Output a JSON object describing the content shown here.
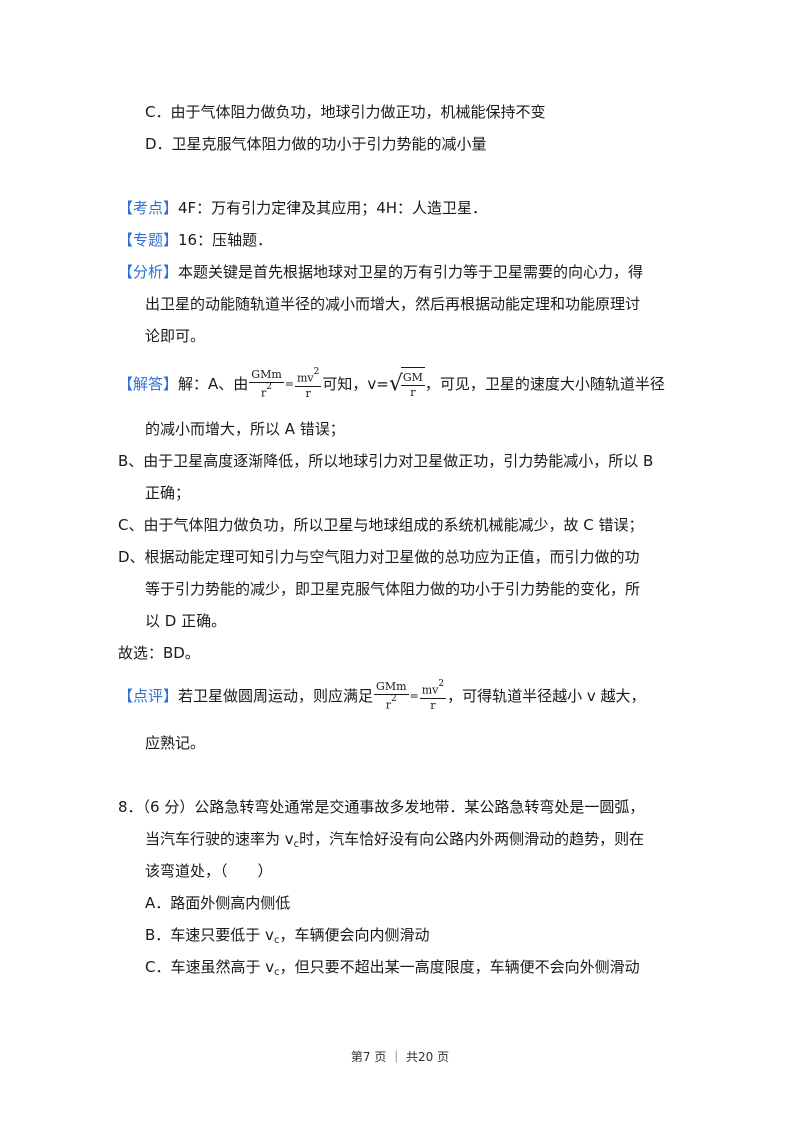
{
  "prev_options": {
    "C": "C．由于气体阻力做负功，地球引力做正功，机械能保持不变",
    "D": "D．卫星克服气体阻力做的功小于引力势能的减小量"
  },
  "analysis": {
    "kaodian_tag": "【考点】",
    "kaodian_text": "4F：万有引力定律及其应用；4H：人造卫星．",
    "zhuanti_tag": "【专题】",
    "zhuanti_text": "16：压轴题．",
    "fenxi_tag": "【分析】",
    "fenxi_line1": "本题关键是首先根据地球对卫星的万有引力等于卫星需要的向心力，得",
    "fenxi_line2": "出卫星的动能随轨道半径的减小而增大，然后再根据动能定理和功能原理讨",
    "fenxi_line3": "论即可。",
    "jieda_tag": "【解答】",
    "jieda_pre": "解：A、由",
    "frac1_num": "GMm",
    "frac1_den": "r",
    "frac1_den_exp": "2",
    "equals": "=",
    "frac2_num": "mv",
    "frac2_num_exp": "2",
    "frac2_den": "r",
    "jieda_mid": "可知，v=",
    "sqrt_num": "GM",
    "sqrt_den": "r",
    "jieda_post": "，可见，卫星的速度大小随轨道半径",
    "jieda_line2": "的减小而增大，所以 A 错误；",
    "b_line1": "B、由于卫星高度逐渐降低，所以地球引力对卫星做正功，引力势能减小，所以 B",
    "b_line2": "正确；",
    "c_line": "C、由于气体阻力做负功，所以卫星与地球组成的系统机械能减少，故 C 错误；",
    "d_line1": "D、根据动能定理可知引力与空气阻力对卫星做的总功应为正值，而引力做的功",
    "d_line2": "等于引力势能的减少，即卫星克服气体阻力做的功小于引力势能的变化，所",
    "d_line3": "以 D 正确。",
    "answer": "故选：BD。",
    "dianping_tag": "【点评】",
    "dianping_pre": "若卫星做圆周运动，则应满足",
    "dianping_post": "，可得轨道半径越小 v 越大，",
    "dianping_line2": "应熟记。"
  },
  "question8": {
    "line1": "8．（6 分）公路急转弯处通常是交通事故多发地带．某公路急转弯处是一圆弧，",
    "line2_pre": "当汽车行驶的速率为 v",
    "sub_c": "c",
    "line2_post": "时，汽车恰好没有向公路内外两侧滑动的趋势，则在",
    "line3": "该弯道处，（　　）",
    "optA": "A．路面外侧高内侧低",
    "optB_pre": "B．车速只要低于 v",
    "optB_post": "，车辆便会向内侧滑动",
    "optC_pre": "C．车速虽然高于 v",
    "optC_post": "，但只要不超出某一高度限度，车辆便不会向外侧滑动"
  },
  "footer": {
    "text": "第7 页 ｜ 共20 页"
  },
  "colors": {
    "tag_blue": "#2f6fd0"
  }
}
